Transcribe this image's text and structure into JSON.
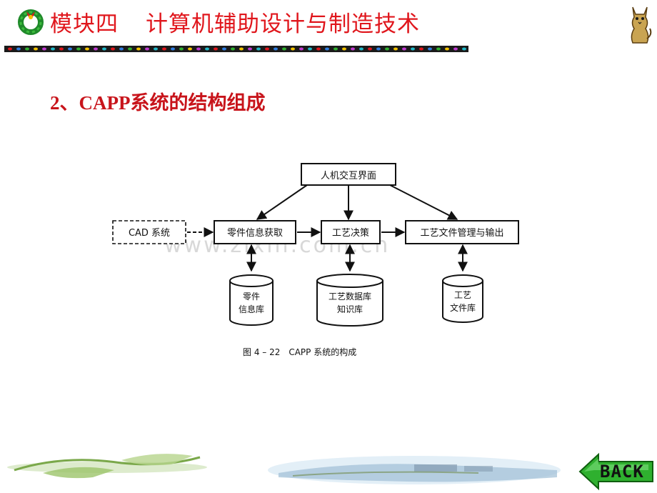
{
  "header": {
    "module": "模块四",
    "title": "计算机辅助设计与制造技术"
  },
  "section": {
    "title": "2、CAPP系统的结构组成"
  },
  "diagram": {
    "boxes": {
      "hci": "人机交互界面",
      "cad": "CAD 系统",
      "part_info": "零件信息获取",
      "decision": "工艺决策",
      "output": "工艺文件管理与输出"
    },
    "databases": {
      "part_db": [
        "零件",
        "信息库"
      ],
      "process_db": [
        "工艺数据库",
        "知识库"
      ],
      "doc_db": [
        "工艺",
        "文件库"
      ]
    },
    "caption": "图 4 – 22　CAPP 系统的构成",
    "watermark": "www.zixin.com.cn"
  },
  "nav": {
    "back_label": "BACK"
  },
  "colors": {
    "title_red": "#e0161c",
    "section_red": "#c8141b",
    "divider": "#1a1a1a",
    "back_green": "#2fb02f"
  }
}
